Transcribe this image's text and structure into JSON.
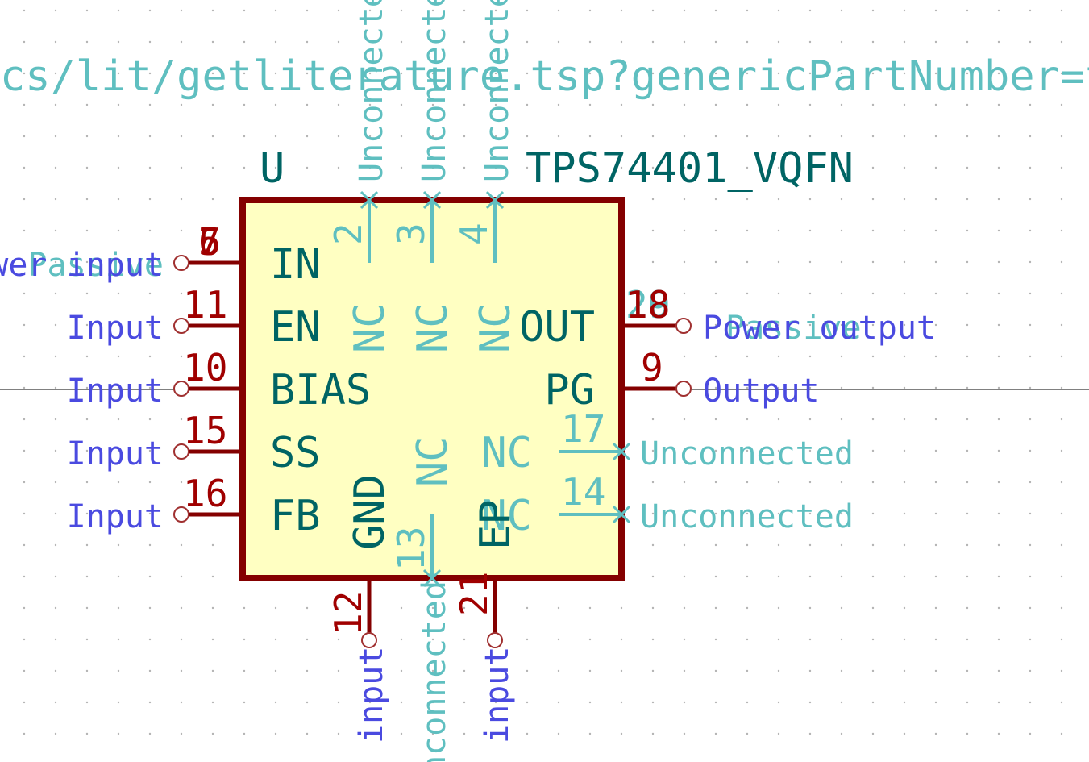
{
  "colors": {
    "background": "#ffffff",
    "grid": "#b4b4b4",
    "body_fill": "#ffffc2",
    "body_stroke": "#840000",
    "pin": "#840000",
    "pin_number": "#a00000",
    "pin_name": "#006464",
    "pin_type": "#4a4ae0",
    "unconnected": "#5fbfc0",
    "reference": "#006464",
    "datasheet": "#5fbfc0"
  },
  "header": {
    "datasheet_url": "cs/lit/getliterature.tsp?genericPartNumber=tp"
  },
  "symbol": {
    "reference": "U",
    "value": "TPS74401_VQFN"
  },
  "pins": {
    "in": {
      "name": "IN",
      "numbers": [
        "5",
        "6",
        "7"
      ],
      "types": [
        "Power input",
        "Passive"
      ]
    },
    "en": {
      "name": "EN",
      "number": "11",
      "type": "Input"
    },
    "bias": {
      "name": "BIAS",
      "number": "10",
      "type": "Input"
    },
    "ss": {
      "name": "SS",
      "number": "15",
      "type": "Input"
    },
    "fb": {
      "name": "FB",
      "number": "16",
      "type": "Input"
    },
    "out": {
      "name": "OUT",
      "numbers": [
        "18",
        "19",
        "20"
      ],
      "types": [
        "Power output",
        "Passive"
      ]
    },
    "pg": {
      "name": "PG",
      "number": "9",
      "type": "Output"
    },
    "nc_right_1": {
      "name": "NC",
      "number": "17",
      "type": "Unconnected"
    },
    "nc_right_2": {
      "name": "NC",
      "number": "14",
      "type": "Unconnected"
    },
    "nc_top_1": {
      "name": "NC",
      "number": "2",
      "type": "Unconnected"
    },
    "nc_top_2": {
      "name": "NC",
      "number": "3",
      "type": "Unconnected"
    },
    "nc_top_3": {
      "name": "NC",
      "number": "4",
      "type": "Unconnected"
    },
    "gnd": {
      "name": "GND",
      "number": "12",
      "type": "input"
    },
    "nc_bottom": {
      "name": "NC",
      "number": "13",
      "type": "Unconnected"
    },
    "ep": {
      "name": "EP",
      "number": "21",
      "type": "input"
    }
  }
}
